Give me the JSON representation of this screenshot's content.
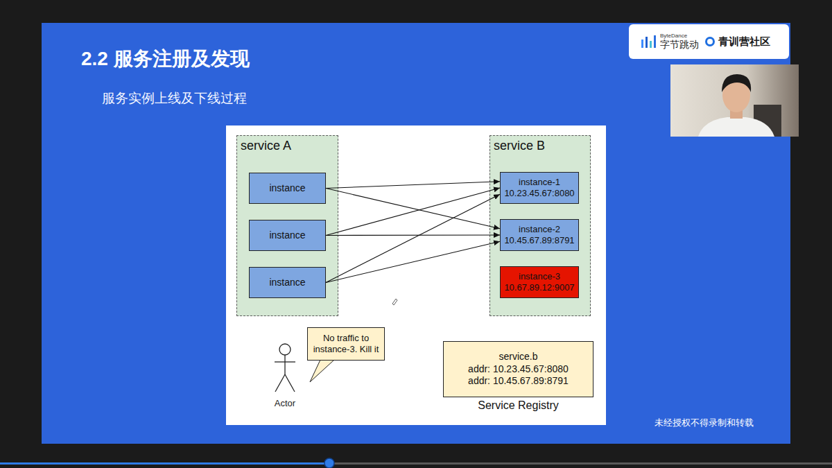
{
  "diagram": {
    "title": "2.2 服务注册及发现",
    "nodes": [
      {
        "text": [
          "ByteDance",
          "字节跳动",
          "青训营社区"
        ]
      },
      {
        "text": [
          "service A"
        ]
      },
      {
        "text": [
          "instance"
        ],
        "in": 1
      },
      {
        "text": [
          "instance"
        ],
        "in": 1
      },
      {
        "text": [
          "instance"
        ],
        "in": 1
      },
      {
        "text": [
          "service B"
        ]
      },
      {
        "text": [
          "instance-1",
          "10.23.45.67:8080"
        ],
        "in": 5
      },
      {
        "text": [
          "instance-2",
          "10.45.67.89:8791"
        ],
        "in": 5
      },
      {
        "text": [
          "instance-3",
          "10.67.89.12:9007"
        ],
        "in": 5
      },
      {
        "text": [
          "No traffic to instance-3. Kill it"
        ]
      },
      {
        "text": [
          "service.b",
          "addr: 10.23.45.67:8080",
          "addr: 10.45.67.89:8791",
          "Service Registry"
        ]
      }
    ],
    "edges": [
      {
        "from": 2,
        "to": 6,
        "arrow": "to"
      },
      {
        "from": 2,
        "to": 7,
        "arrow": "to"
      },
      {
        "from": 3,
        "to": 6,
        "arrow": "to"
      },
      {
        "from": 3,
        "to": 7,
        "arrow": "to"
      },
      {
        "from": 4,
        "to": 6,
        "arrow": "to"
      },
      {
        "from": 4,
        "to": 7,
        "arrow": "to"
      }
    ],
    "labels": [
      "服务实例上线及下线过程",
      "Actor",
      "未经授权不得录制和转载"
    ]
  }
}
